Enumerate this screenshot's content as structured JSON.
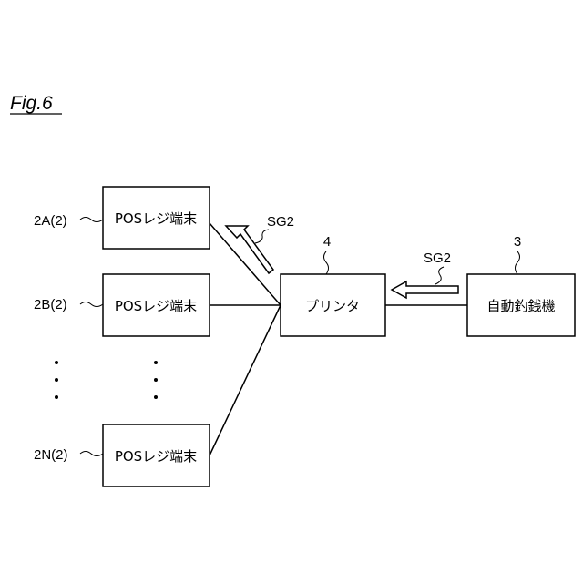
{
  "figure": {
    "title": "Fig.6"
  },
  "pos_terminals": [
    {
      "ref": "2A(2)",
      "label": "POSレジ端末"
    },
    {
      "ref": "2B(2)",
      "label": "POSレジ端末"
    },
    {
      "ref": "2N(2)",
      "label": "POSレジ端末"
    }
  ],
  "printer": {
    "ref": "4",
    "label": "プリンタ"
  },
  "change_machine": {
    "ref": "3",
    "label": "自動釣銭機"
  },
  "signals": {
    "to_pos": "SG2",
    "from_change_machine": "SG2"
  }
}
